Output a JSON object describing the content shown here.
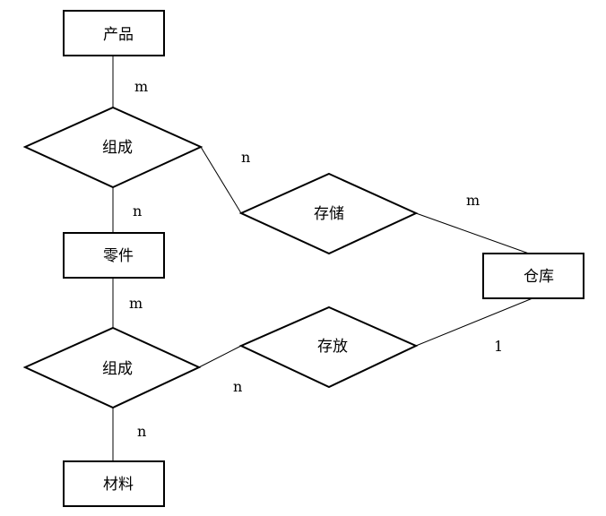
{
  "entities": {
    "product": "产品",
    "part": "零件",
    "material": "材料",
    "warehouse": "仓库"
  },
  "relationships": {
    "compose_top": "组成",
    "store": "存储",
    "compose_bottom": "组成",
    "place": "存放"
  },
  "cardinalities": {
    "product_compose": "m",
    "compose_part": "n",
    "compose_store": "n",
    "store_warehouse": "m",
    "part_compose": "m",
    "compose_material": "n",
    "compose_place": "n",
    "place_warehouse": "1"
  }
}
